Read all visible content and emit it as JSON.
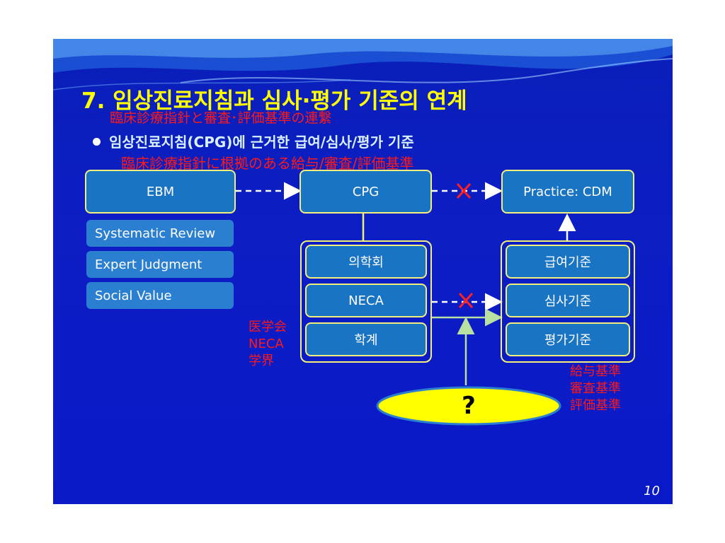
{
  "slide": {
    "title": "7. 임상진료지침과 심사·평가 기준의 연계",
    "title_jp": "臨床診療指針と審査･評価基準の連繋",
    "bullet": "임상진료지침(CPG)에 근거한 급여/심사/평가 기준",
    "bullet_jp": "臨床診療指針に根拠のある給与/審査/評価基準",
    "page_number": "10"
  },
  "diagram": {
    "ebm": "EBM",
    "cpg": "CPG",
    "practice": "Practice: CDM",
    "ebm_items": [
      "Systematic Review",
      "Expert Judgment",
      "Social Value"
    ],
    "cpg_group": [
      "의학회",
      "NECA",
      "학계"
    ],
    "criteria_group": [
      "급여기준",
      "심사기준",
      "평가기준"
    ],
    "cpg_group_jp": [
      "医学会",
      "NECA",
      "学界"
    ],
    "criteria_group_jp": [
      "給与基準",
      "審査基準",
      "評価基準"
    ],
    "question": "?"
  },
  "colors": {
    "background": "#0c1ec4",
    "box_fill": "#1a74c4",
    "box_border": "#f2f07a",
    "title": "#ffff00",
    "annotation_red": "#ff1a1a",
    "ellipse_fill": "#ffff00",
    "connector_green": "#b8e0a0"
  }
}
